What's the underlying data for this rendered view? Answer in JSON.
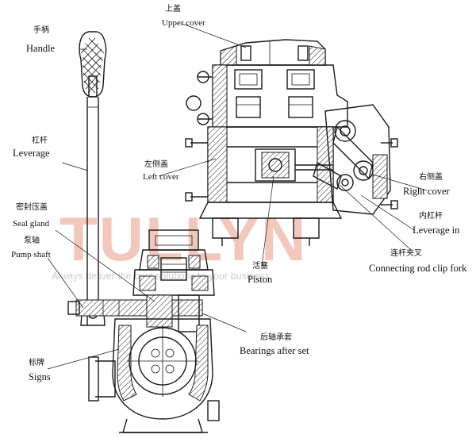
{
  "labels": {
    "handle_cn": "手柄",
    "handle_en": "Handle",
    "leverage_cn": "杠杆",
    "leverage_en": "Leverage",
    "seal_gland_cn": "密封压盖",
    "seal_gland_en": "Seal gland",
    "pump_shaft_cn": "泵轴",
    "pump_shaft_en": "Pump shaft",
    "signs_cn": "标牌",
    "signs_en": "Signs",
    "upper_cover_cn": "上盖",
    "upper_cover_en": "Upper cover",
    "left_cover_cn": "左侧盖",
    "left_cover_en": "Left cover",
    "right_cover_cn": "右侧盖",
    "right_cover_en": "Right cover",
    "leverage_in_cn": "内杠杆",
    "leverage_in_en": "Leverage in",
    "clip_fork_cn": "连杆夹叉",
    "clip_fork_en": "Connecting rod clip fork",
    "piston_cn": "活塞",
    "piston_en": "Piston",
    "bearings_cn": "后轴承套",
    "bearings_en": "Bearings after set"
  },
  "watermark": {
    "brand": "TULLYN",
    "slogan": "Always deliver the best solutions to your business"
  },
  "colors": {
    "ink": "#1a1a1a",
    "watermark": "#e89a86"
  }
}
